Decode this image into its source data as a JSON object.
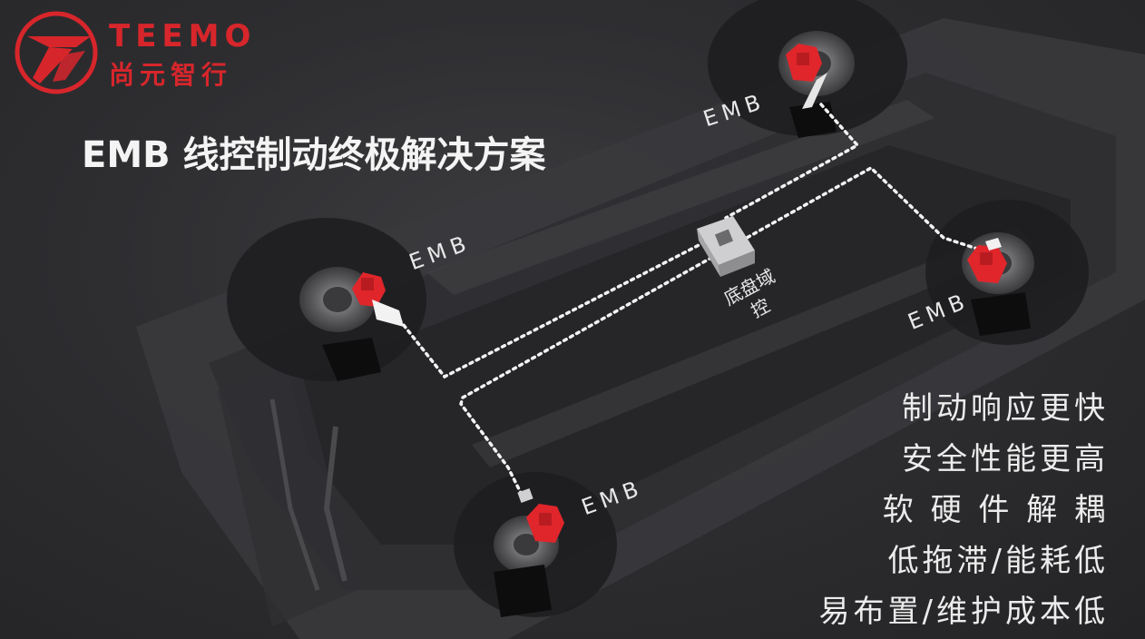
{
  "brand": {
    "wordmark": "TEEMO",
    "name_cn": "尚元智行",
    "color": "#d7262b",
    "logo_icon": "teemo-swoosh-logo"
  },
  "headline": "EMB 线控制动终极解决方案",
  "emb_labels": {
    "front_left": "EMB",
    "front_right": "EMB",
    "rear_left": "EMB",
    "rear_right": "EMB"
  },
  "controller_label": "底盘域控",
  "features": [
    "制动响应更快",
    "安全性能更高",
    "软 硬 件 解 耦",
    "低拖滞/能耗低",
    "易布置/维护成本低"
  ],
  "colors": {
    "background": "#2b2b2d",
    "caliper": "#e0262b",
    "wiring": "#f2f2f2",
    "text": "#f4f4f4"
  }
}
